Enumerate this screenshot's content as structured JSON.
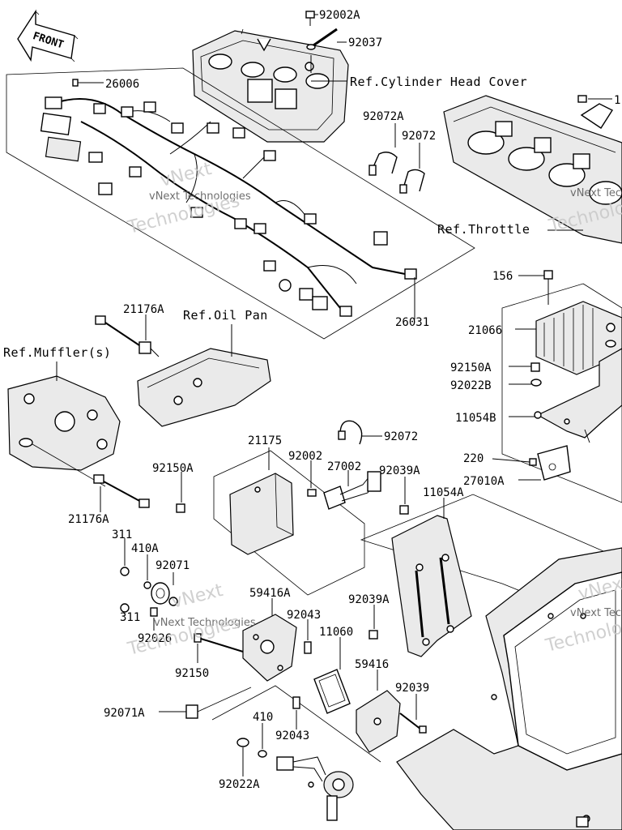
{
  "diagram": {
    "orientation_label": "FRONT",
    "references": {
      "cylinder_head_cover": "Ref.Cylinder Head Cover",
      "throttle": "Ref.Throttle",
      "oil_pan": "Ref.Oil Pan",
      "muffler": "Ref.Muffler(s)"
    },
    "part_numbers": {
      "p92002A": "92002A",
      "p92037": "92037",
      "p26006": "26006",
      "p92072A": "92072A",
      "p92072_top": "92072",
      "p1": "1",
      "p26031": "26031",
      "p21176A": "21176A",
      "p156": "156",
      "p21066": "21066",
      "p92150A_right": "92150A",
      "p92022B": "92022B",
      "p11054B": "11054B",
      "p21175": "21175",
      "p92072_mid": "92072",
      "p92002": "92002",
      "p27002": "27002",
      "p92039A_top": "92039A",
      "p220": "220",
      "p27010A": "27010A",
      "p92150A_left": "92150A",
      "p11054A": "11054A",
      "p21176A_lower": "21176A",
      "p311_top": "311",
      "p410A": "410A",
      "p92071": "92071",
      "p59416A": "59416A",
      "p92039A_mid": "92039A",
      "p311_bottom": "311",
      "p92026": "92026",
      "p92043_top": "92043",
      "p11060": "11060",
      "p92150": "92150",
      "p59416": "59416",
      "p92039": "92039",
      "p92071A": "92071A",
      "p410": "410",
      "p92043_bottom": "92043",
      "p92022A": "92022A"
    },
    "watermark": {
      "line1": "vNext Technologies",
      "line2": "vNext",
      "line3": "Technologies"
    }
  }
}
